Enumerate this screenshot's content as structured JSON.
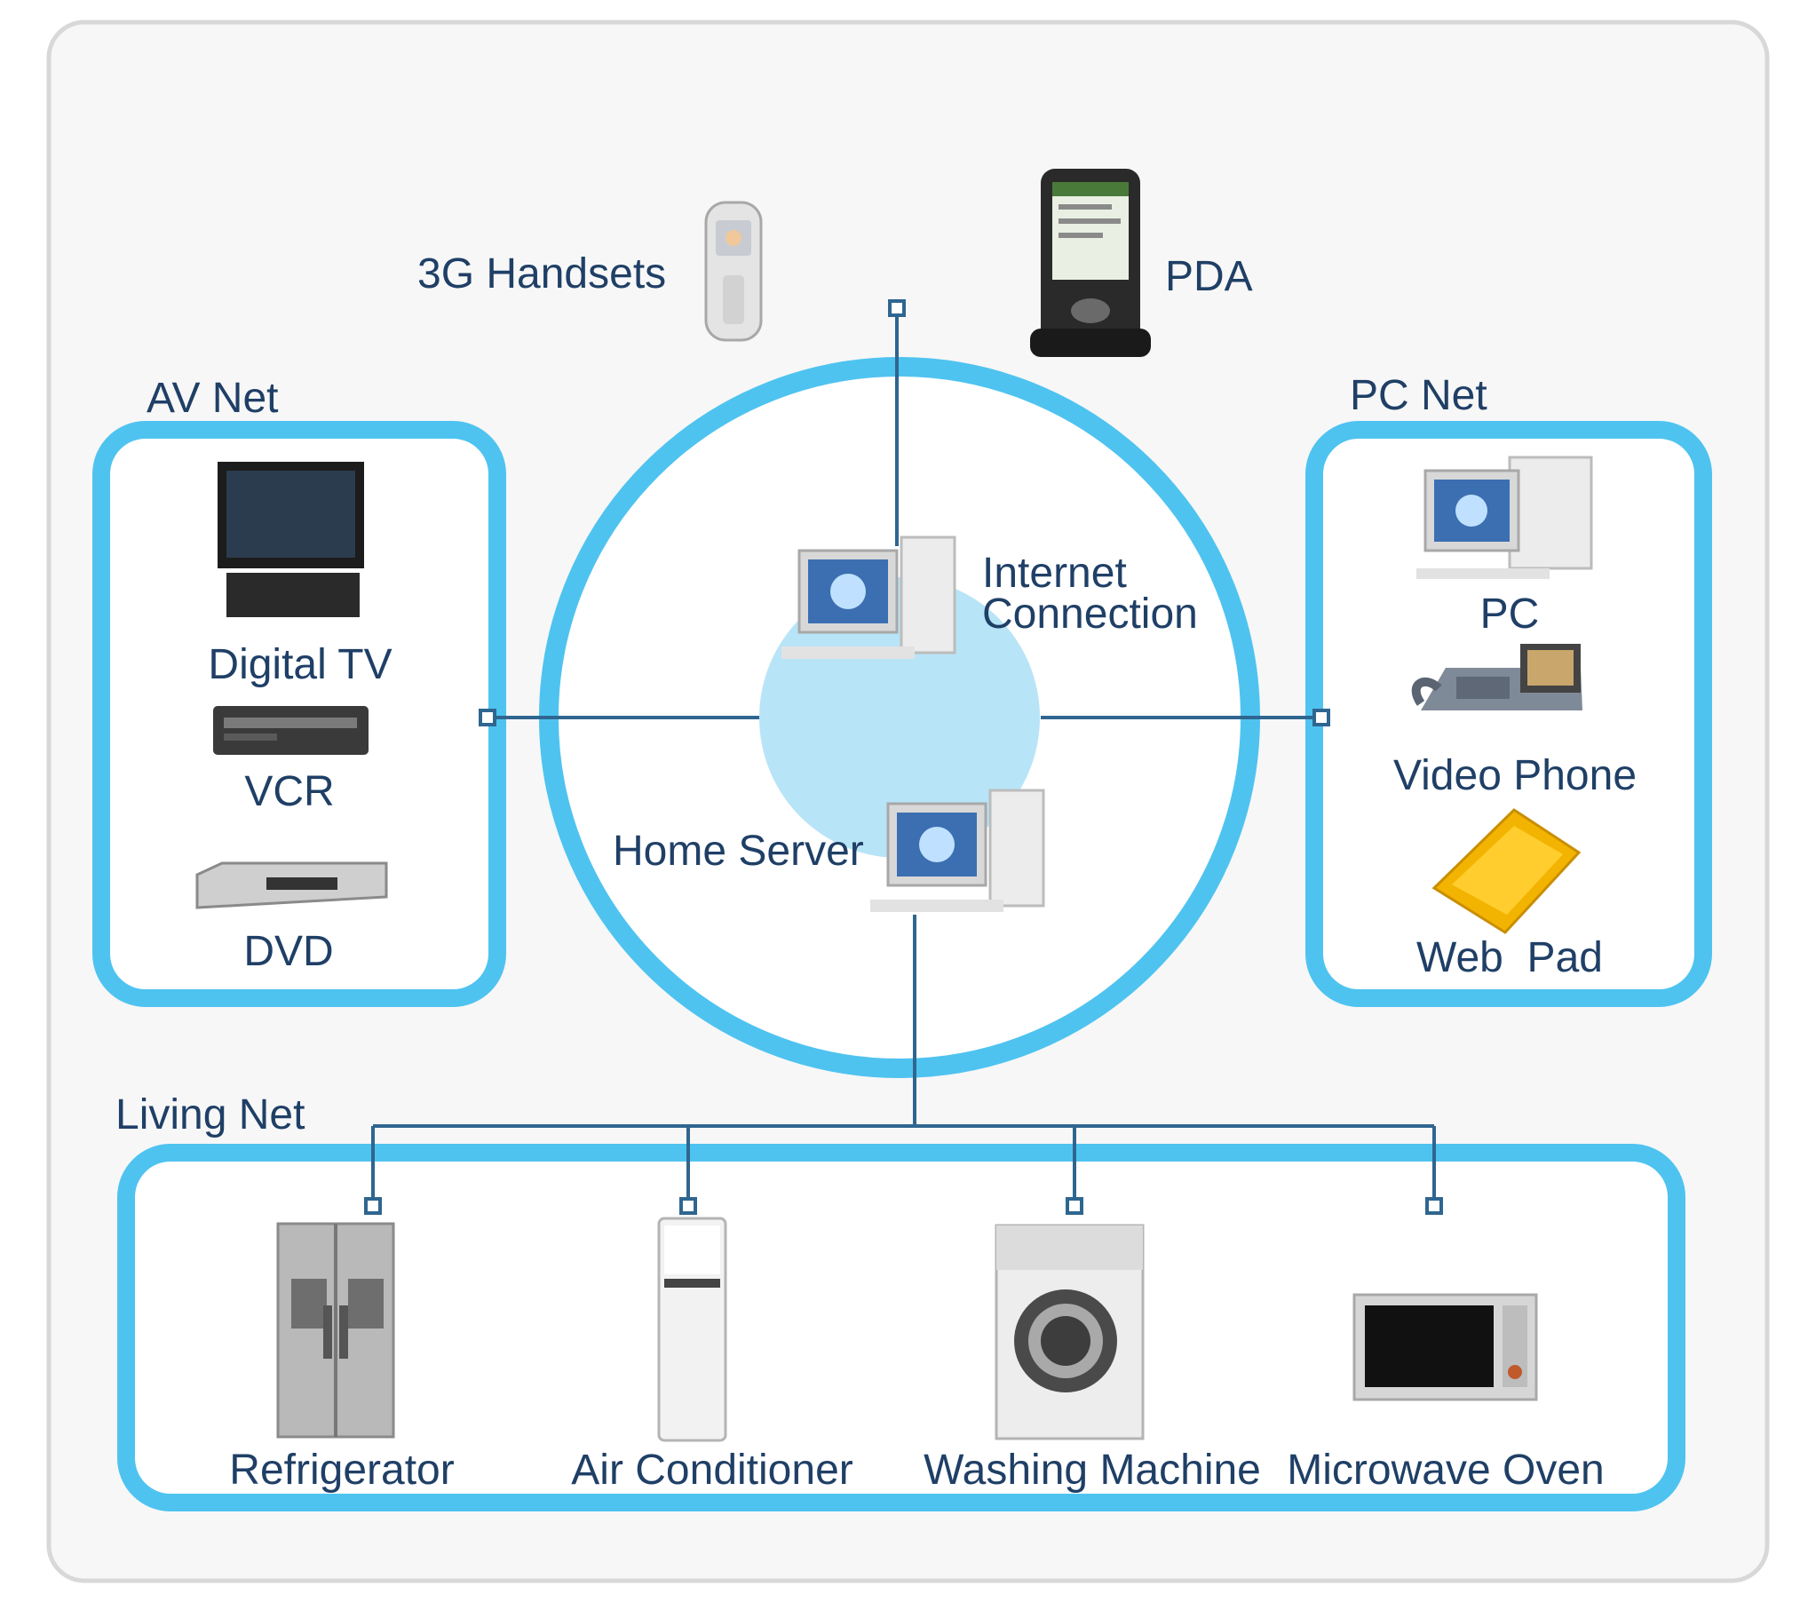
{
  "labels": {
    "handsets": "3G Handsets",
    "pda": "PDA",
    "av_net": "AV Net",
    "pc_net": "PC Net",
    "living_net": "Living Net",
    "internet_1": "Internet",
    "internet_2": "Connection",
    "home_server": "Home Server",
    "digital_tv": "Digital TV",
    "vcr": "VCR",
    "dvd": "DVD",
    "pc": "PC",
    "video_phone": "Video Phone",
    "web_pad": "Web  Pad",
    "refrigerator": "Refrigerator",
    "air_conditioner": "Air Conditioner",
    "washing_machine": "Washing Machine",
    "microwave_oven": "Microwave Oven"
  },
  "colors": {
    "ring": "#4fc3f0",
    "hub": "#b8e4f7",
    "line": "#2f6690",
    "frame": "#d8d8d8",
    "panel": "#f7f7f7",
    "text": "#1f3f66"
  }
}
